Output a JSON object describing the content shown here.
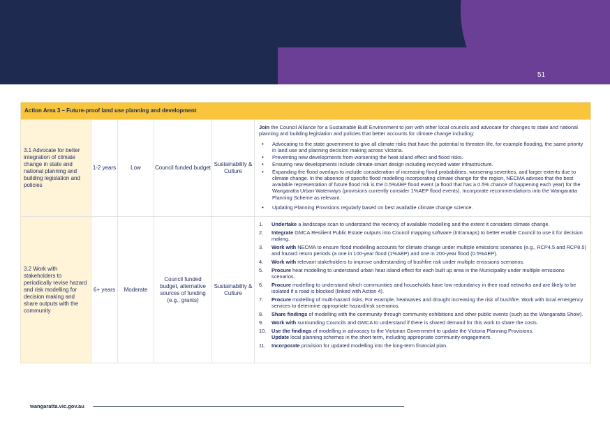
{
  "page_number": "51",
  "table": {
    "title": "Action Area 3 – Future-proof land use planning and development",
    "rows": [
      {
        "action": "3.1 Advocate for better integration of climate change in state and national planning and building legislation and policies",
        "timeframe": "1-2 years",
        "cost": "Low",
        "funding": "Council funded budget",
        "lead": "Sustainability & Culture",
        "intro_bold": "Join",
        "intro_rest": " the Council Alliance for a Sustainable Built Environment to join with other local councils and advocate for changes to state and national planning and building legislation and policies that better accounts for climate change including:",
        "bullets": [
          "Advocating to the state government to give all climate risks that have the potential to threaten life, for example flooding, the same priority in land use and planning decision making across Victoria.",
          "Preventing new developments from worsening the heat island effect and flood risks.",
          "Ensuring new developments include climate-smart design including recycled water infrastructure.",
          "Expanding the flood overlays to include consideration of increasing flood probabilities, worsening severities, and larger extents due to climate change. In the absence of specific flood modelling incorporating climate change for the region, NECMA advises that the best available representation of future flood risk is the 0.5%AEP flood event (a flood that has a 0.5% chance of happening each year) for the Wangaratta Urban Waterways (provisions currently consider 1%AEP flood events). Incorporate recommendations into the Wangaratta Planning Scheme as relevant.",
          "Updating Planning Provisions regularly based on best available climate change science."
        ]
      },
      {
        "action": "3.2 Work with stakeholders to periodically revise hazard and risk modelling for decision making and share outputs with the community",
        "timeframe": "6+ years",
        "cost": "Moderate",
        "funding": "Council funded budget, alternative sources of funding (e.g., grants)",
        "lead": "Sustainability & Culture",
        "steps": [
          {
            "n": "1.",
            "bold": "Undertake",
            "text": " a landscape scan to understand the recency of available modelling and the extent it considers climate change."
          },
          {
            "n": "2.",
            "bold": "Integrate",
            "text": " GMCA Resilient Public Estate outputs into Council mapping software (Intramaps) to better enable Council to use it for decision making."
          },
          {
            "n": "3.",
            "bold": "Work with",
            "text": " NECMA to ensure flood modelling accounts for climate change under multiple emissions scenarios (e.g., RCP4.5 and RCP8.5) and hazard return periods (a one in 100-year flood (1%AEP) and one in 200-year flood (0.5%AEP)."
          },
          {
            "n": "4.",
            "bold": "Work with",
            "text": " relevant stakeholders to improve understanding of bushfire risk under multiple emissions scenarios."
          },
          {
            "n": "5.",
            "bold": "Procure",
            "text": " heat modelling to understand urban heat island effect for each built up area in the Municipality under multiple emissions scenarios."
          },
          {
            "n": "6.",
            "bold": "Procure",
            "text": " modelling to understand which communities and households have low redundancy in their road networks and are likely to be isolated if a road is blocked (linked with Action 4)."
          },
          {
            "n": "7.",
            "bold": "Procure",
            "text": " modelling of multi-hazard risks. For example, heatwaves and drought increasing the risk of bushfire. Work with local emergency services to determine appropriate hazard/risk scenarios."
          },
          {
            "n": "8.",
            "bold": "Share findings",
            "text": " of modelling with the community through community exhibitions and other public events (such as the Wangaratta Show)."
          },
          {
            "n": "9.",
            "bold": "Work with",
            "text": " surrounding Councils and GMCA to understand if there is shared demand for this work to share the costs."
          },
          {
            "n": "10.",
            "bold": "Use the findings",
            "text": " of modelling in advocacy to the Victorian Government to update the Victoria Planning Provisions.",
            "bold2": "Update",
            "text2": " local planning schemes in the short term, including appropriate community engagement."
          },
          {
            "n": "11.",
            "bold": "Incorporate",
            "text": " provision for updated modelling into the long-term financial plan."
          }
        ]
      }
    ]
  },
  "footer": {
    "website": "wangaratta.vic.gov.au"
  },
  "colors": {
    "navy": "#1e2a4f",
    "purple": "#6b3f96",
    "yellow": "#f8c53d",
    "cream": "#fff4d8"
  }
}
